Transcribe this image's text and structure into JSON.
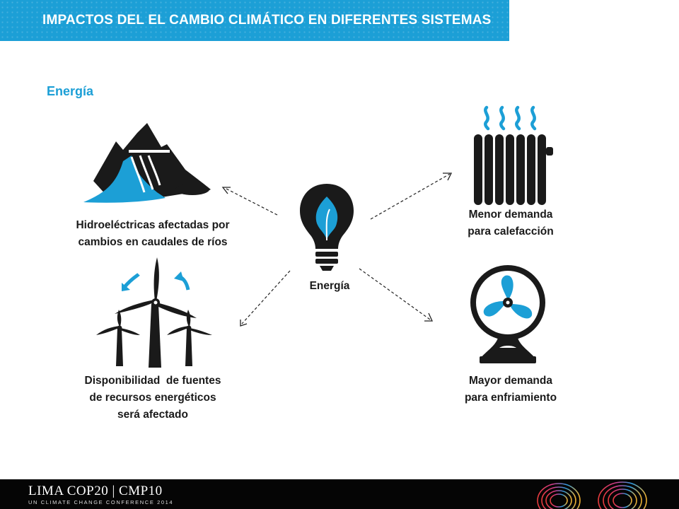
{
  "header": {
    "title": "IMPACTOS DEL EL CAMBIO CLIMÁTICO EN DIFERENTES SISTEMAS"
  },
  "section": {
    "title": "Energía"
  },
  "center": {
    "label": "Energía",
    "icon": "lightbulb-leaf-icon"
  },
  "items": [
    {
      "icon": "hydroelectric-dam-icon",
      "lines": [
        "Hidroeléctricas afectadas por",
        "cambios en caudales de ríos"
      ]
    },
    {
      "icon": "wind-turbines-icon",
      "lines": [
        "Disponibilidad  de fuentes",
        "de recursos energéticos",
        "será afectado"
      ]
    },
    {
      "icon": "radiator-icon",
      "lines": [
        "Menor demanda",
        "para calefacción"
      ]
    },
    {
      "icon": "fan-icon",
      "lines": [
        "Mayor demanda",
        "para enfriamiento"
      ]
    }
  ],
  "footer": {
    "logo": "LIMA COP20 | CMP10",
    "tagline": "UN CLIMATE CHANGE CONFERENCE 2014"
  },
  "colors": {
    "accent": "#1c9fd6",
    "dark": "#1a1a1a"
  }
}
